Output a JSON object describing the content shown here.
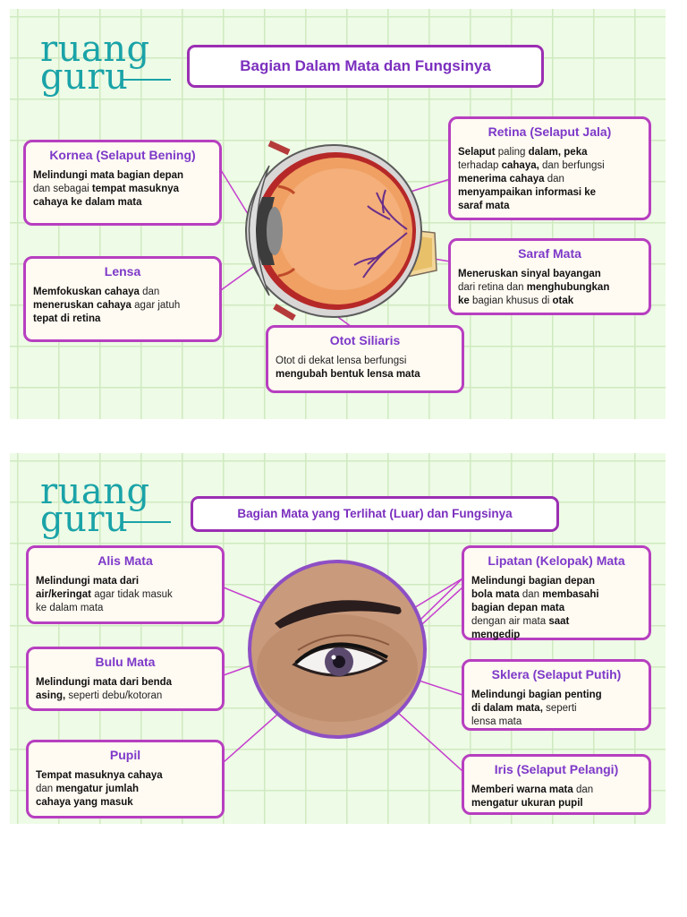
{
  "brand": {
    "line1": "ruang",
    "line2": "guru"
  },
  "panel1": {
    "title": "Bagian Dalam Mata dan Fungsinya",
    "boxes": {
      "kornea": {
        "title": "Kornea (Selaput Bening)",
        "t1": "Melindungi mata bagian depan",
        "t2": "dan sebagai ",
        "t3": "tempat masuknya",
        "t4": "cahaya ke dalam mata"
      },
      "lensa": {
        "title": "Lensa",
        "t1": "Memfokuskan cahaya",
        "t2": " dan",
        "t3": "meneruskan cahaya",
        "t4": " agar jatuh",
        "t5": "tepat di retina"
      },
      "otot": {
        "title": "Otot Siliaris",
        "t1": "Otot di dekat lensa berfungsi",
        "t2": "mengubah bentuk lensa mata"
      },
      "retina": {
        "title": "Retina (Selaput Jala)",
        "t1": "Selaput",
        "t2": " paling ",
        "t3": "dalam, peka",
        "t4": "terhadap ",
        "t5": "cahaya,",
        "t6": " dan berfungsi",
        "t7": "menerima cahaya",
        "t8": " dan",
        "t9": "menyampaikan informasi ke",
        "t10": "saraf mata"
      },
      "saraf": {
        "title": "Saraf Mata",
        "t1": "Meneruskan sinyal bayangan",
        "t2": "dari retina dan ",
        "t3": "menghubungkan",
        "t4": "ke",
        "t5": " bagian khusus di ",
        "t6": "otak"
      }
    }
  },
  "panel2": {
    "title": "Bagian Mata yang Terlihat (Luar) dan Fungsinya",
    "boxes": {
      "alis": {
        "title": "Alis Mata",
        "t1": "Melindungi mata dari",
        "t2": "air/keringat",
        "t3": " agar tidak masuk",
        "t4": "ke dalam mata"
      },
      "bulu": {
        "title": "Bulu Mata",
        "t1": "Melindungi mata dari benda",
        "t2": "asing,",
        "t3": " seperti debu/kotoran"
      },
      "pupil": {
        "title": "Pupil",
        "t1": "Tempat masuknya cahaya",
        "t2": "dan ",
        "t3": "mengatur jumlah",
        "t4": "cahaya yang masuk"
      },
      "lipatan": {
        "title": "Lipatan (Kelopak) Mata",
        "t1": "Melindungi bagian depan",
        "t2": "bola mata",
        "t3": " dan ",
        "t4": "membasahi",
        "t5": "bagian depan mata",
        "t6": "dengan air mata ",
        "t7": "saat",
        "t8": "mengedip"
      },
      "sklera": {
        "title": "Sklera (Selaput Putih)",
        "t1": "Melindungi bagian penting",
        "t2": "di dalam mata,",
        "t3": " seperti",
        "t4": "lensa mata"
      },
      "iris": {
        "title": "Iris (Selaput Pelangi)",
        "t1": "Memberi warna mata",
        "t2": " dan",
        "t3": "mengatur ukuran pupil"
      }
    }
  },
  "colors": {
    "accent": "#9b2fb3",
    "heading": "#7d39c9",
    "brand": "#1aa3a8",
    "panel": "#eefbe6",
    "grid": "#cfeac0"
  }
}
